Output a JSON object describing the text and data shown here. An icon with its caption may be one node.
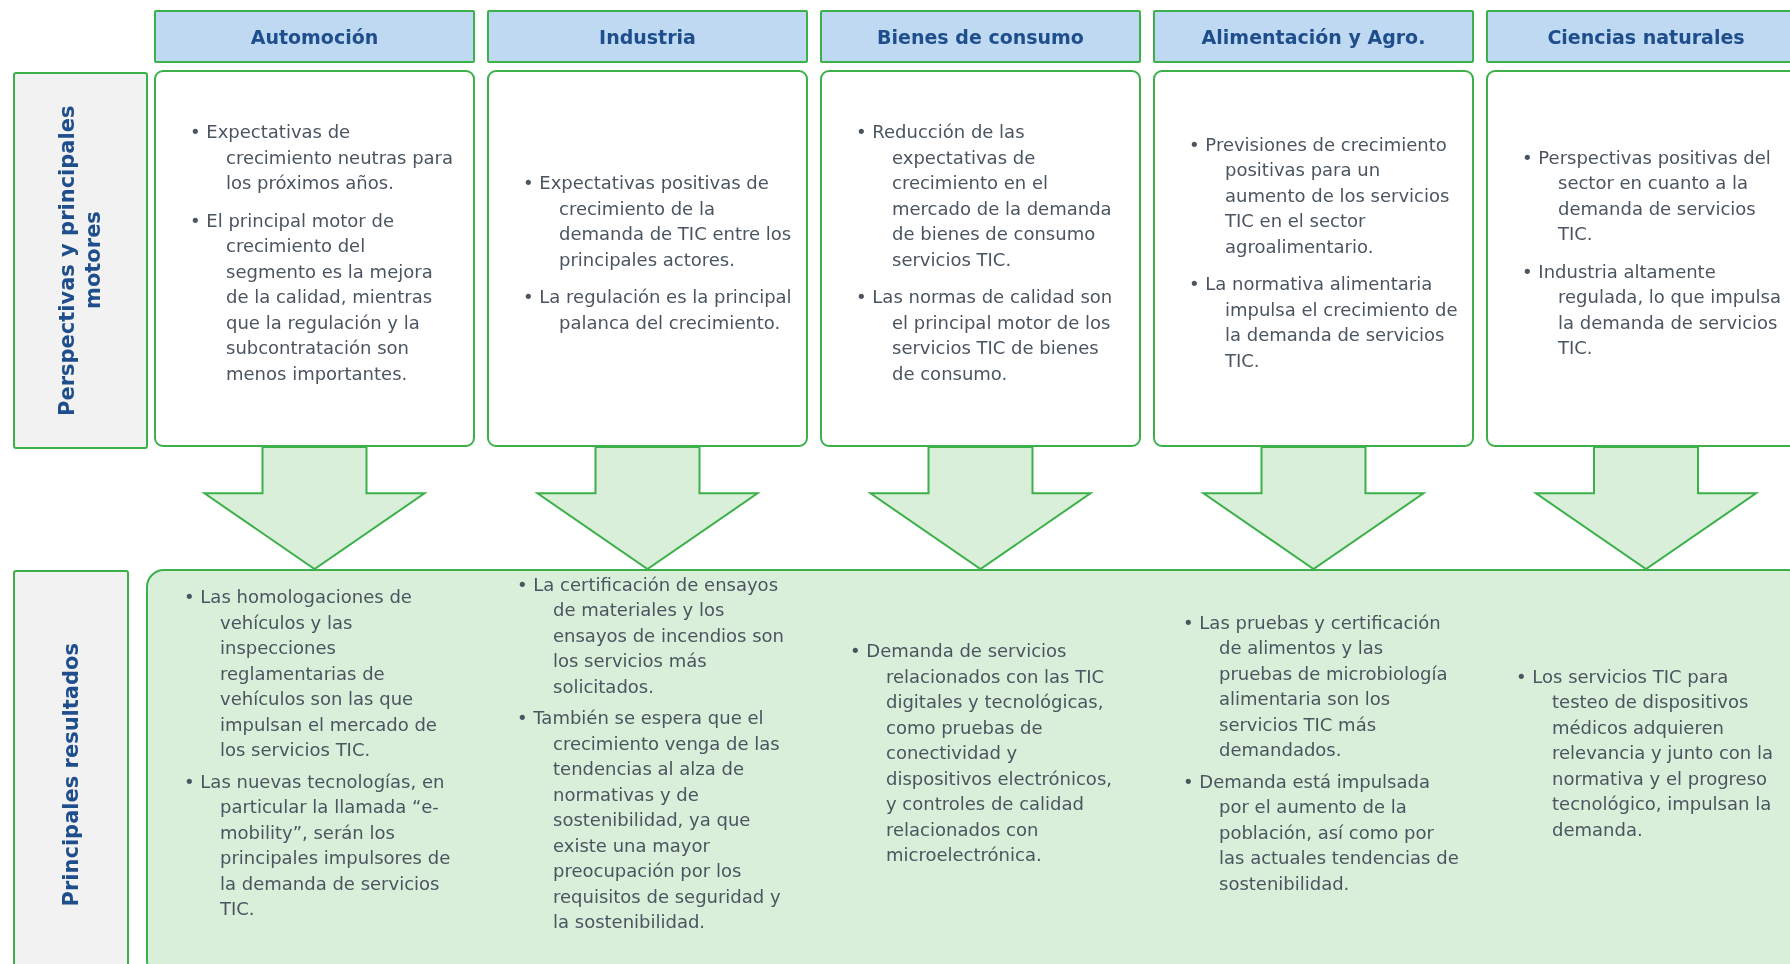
{
  "diagram": {
    "nodes": [
      {
        "text": [
          "Automoción"
        ]
      },
      {
        "text": [
          "Industria"
        ]
      },
      {
        "text": [
          "Bienes de consumo"
        ]
      },
      {
        "text": [
          "Alimentación y Agro."
        ]
      },
      {
        "text": [
          "Ciencias naturales"
        ]
      },
      {
        "text": [
          "Perspectivas y principales motores"
        ]
      },
      {
        "text": [
          "• Expectativas de crecimiento neutras para los próximos años.",
          "• El principal motor de crecimiento del segmento es la mejora de la calidad, mientras que la regulación y la subcontratación son menos importantes."
        ]
      },
      {
        "text": [
          "• Expectativas positivas de crecimiento de la demanda de TIC entre los principales actores.",
          "• La regulación es la principal palanca del crecimiento."
        ]
      },
      {
        "text": [
          "• Reducción de las expectativas de crecimiento en el mercado de la demanda de bienes de consumo servicios TIC.",
          "• Las normas de calidad son el principal motor de los servicios TIC de bienes de consumo."
        ]
      },
      {
        "text": [
          "• Previsiones de crecimiento positivas para un aumento de los servicios TIC en el sector agroalimentario.",
          "• La normativa alimentaria impulsa el crecimiento de la demanda de servicios TIC."
        ]
      },
      {
        "text": [
          "• Perspectivas positivas del sector en cuanto a la demanda de servicios TIC.",
          "• Industria altamente regulada, lo que impulsa la demanda de servicios TIC."
        ]
      },
      {
        "text": [
          "Principales resultados"
        ]
      },
      {
        "text": [
          "• Las homologaciones de vehículos y las inspecciones reglamentarias de vehículos son las que impulsan el mercado de los servicios TIC.",
          "• Las nuevas tecnologías, en particular la llamada “e-mobility”, serán los principales impulsores de la demanda de servicios TIC.",
          "• La certificación de ensayos de materiales y los ensayos de incendios son los servicios más solicitados.",
          "• También se espera que el crecimiento venga de las tendencias al alza de normativas y de sostenibilidad, ya que existe una mayor preocupación por los requisitos de seguridad y la sostenibilidad.",
          "• Demanda de servicios relacionados con las TIC digitales y tecnológicas, como pruebas de conectividad y dispositivos electrónicos, y controles de calidad relacionados con microelectrónica.",
          "• Las pruebas y certificación de alimentos y las pruebas de microbiología alimentaria son los servicios TIC más demandados.",
          "• Demanda está impulsada por el aumento de la población, así como por las actuales tendencias de sostenibilidad.",
          "• Los servicios TIC para testeo de dispositivos médicos adquieren relevancia y junto con la normativa y el progreso tecnológico, impulsan la demanda."
        ]
      }
    ],
    "edges": [
      {
        "from": 6,
        "to": 12,
        "arrow": "to"
      },
      {
        "from": 7,
        "to": 12,
        "arrow": "to"
      },
      {
        "from": 8,
        "to": 12,
        "arrow": "to"
      },
      {
        "from": 9,
        "to": 12,
        "arrow": "to"
      },
      {
        "from": 10,
        "to": 12,
        "arrow": "to"
      }
    ]
  }
}
